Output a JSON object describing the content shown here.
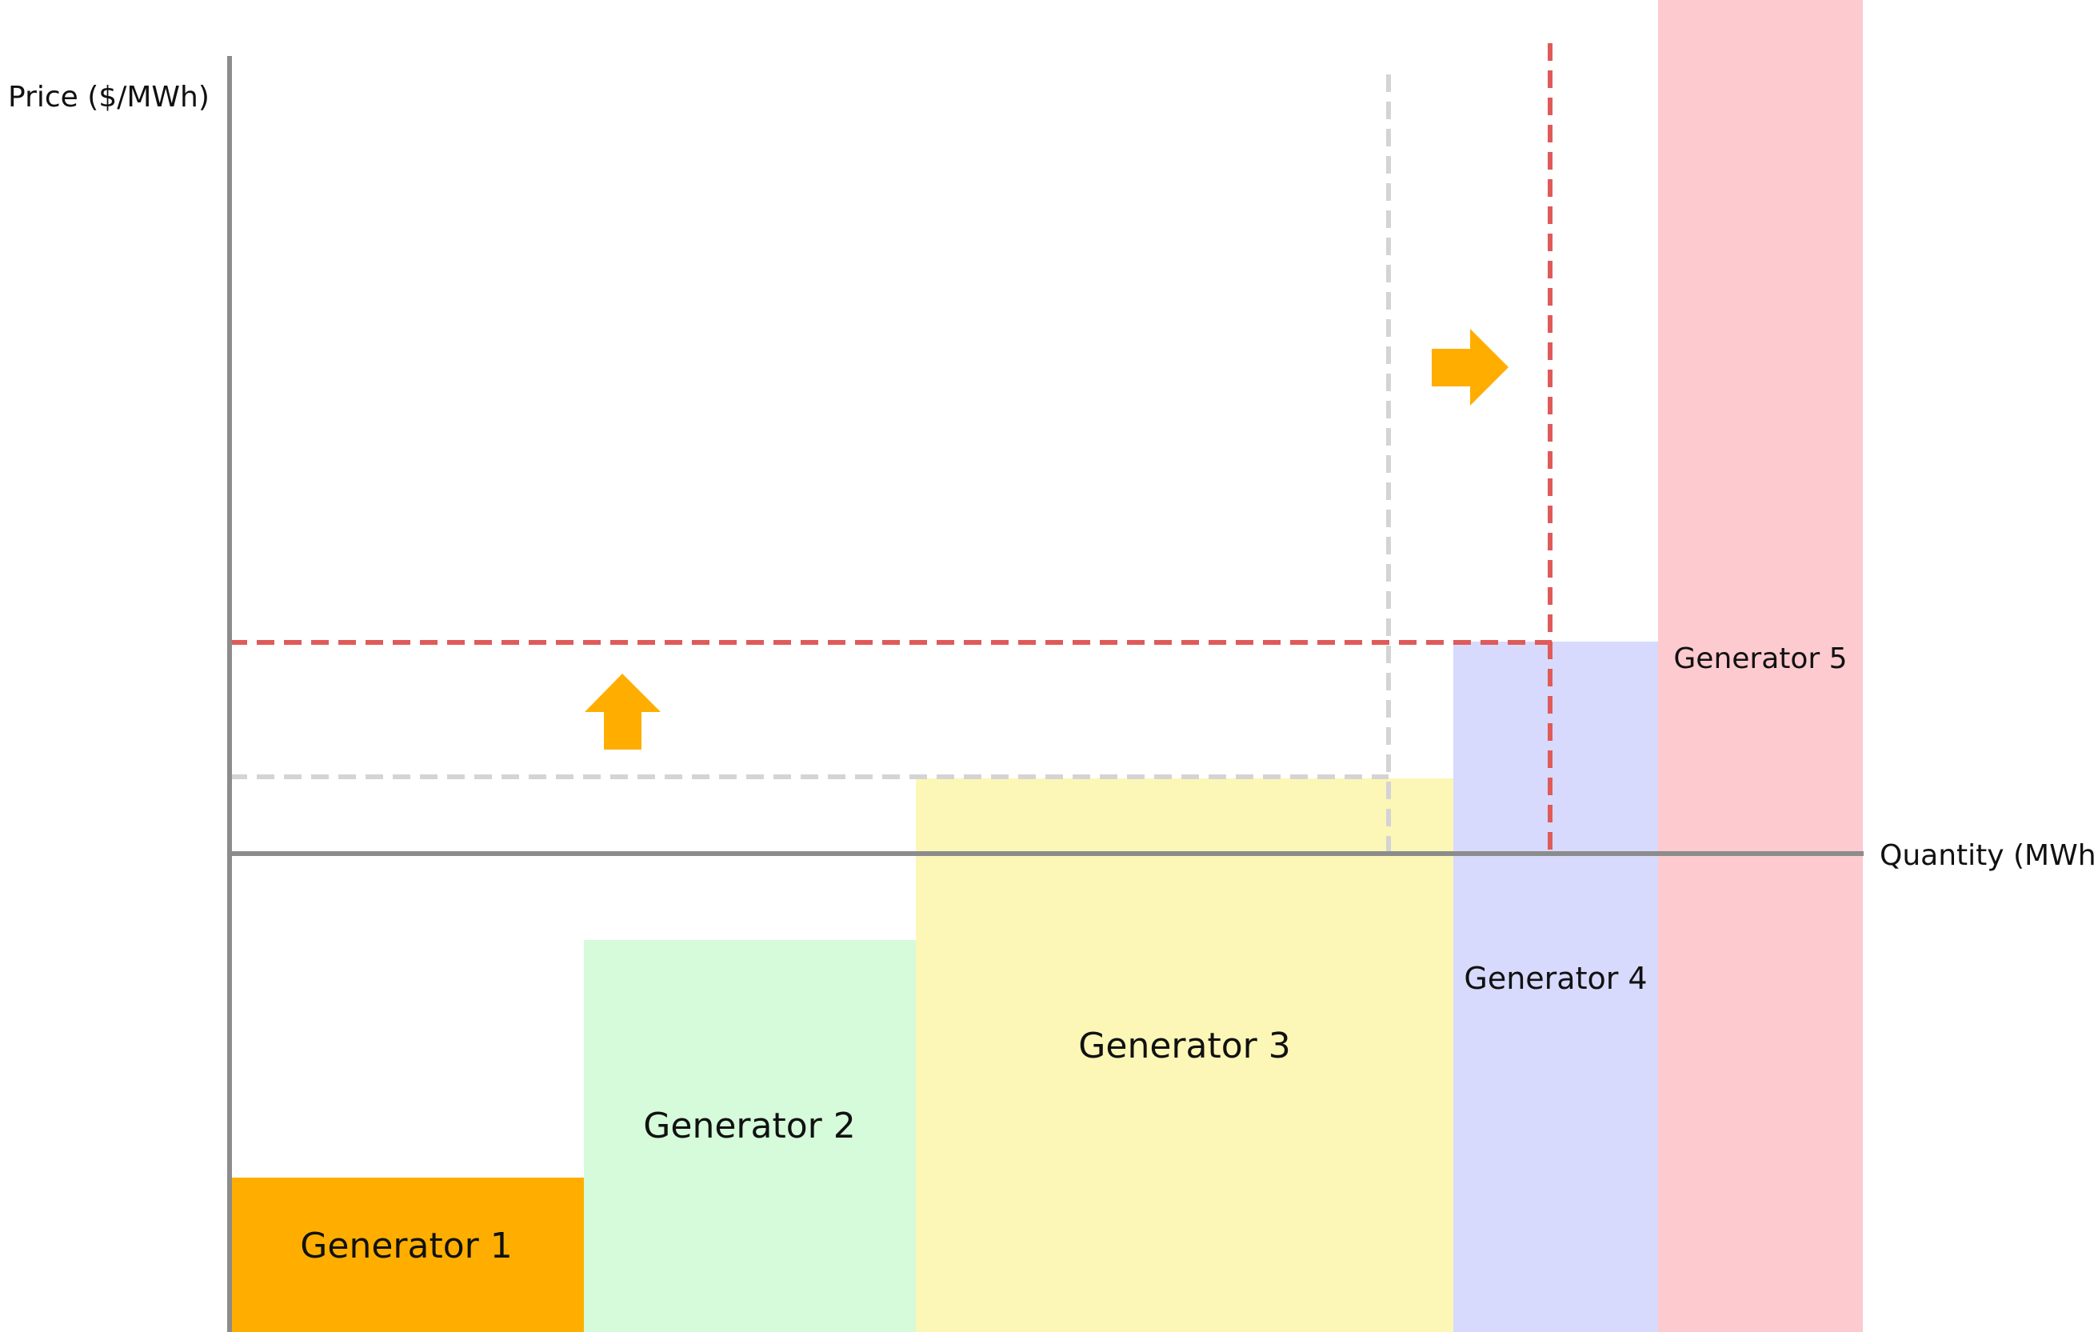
{
  "axes": {
    "y_label": "Price ($/MWh)",
    "x_label": "Quantity (MWh)"
  },
  "generators": [
    {
      "label": "Generator 1",
      "color": "#FFAE00"
    },
    {
      "label": "Generator 2",
      "color": "#D5FBDA"
    },
    {
      "label": "Generator 3",
      "color": "#FCF7B6"
    },
    {
      "label": "Generator 4",
      "color": "#D7DAFC"
    },
    {
      "label": "Generator 5",
      "color": "#FDCACF"
    }
  ],
  "colors": {
    "axis": "#8C8C8C",
    "old_equilibrium_line": "#D4D4D4",
    "new_equilibrium_line": "#E05A5A",
    "shift_arrow": "#FFAE00"
  },
  "arrows": [
    {
      "name": "price-increase-arrow",
      "direction": "up"
    },
    {
      "name": "quantity-increase-arrow",
      "direction": "right"
    }
  ]
}
